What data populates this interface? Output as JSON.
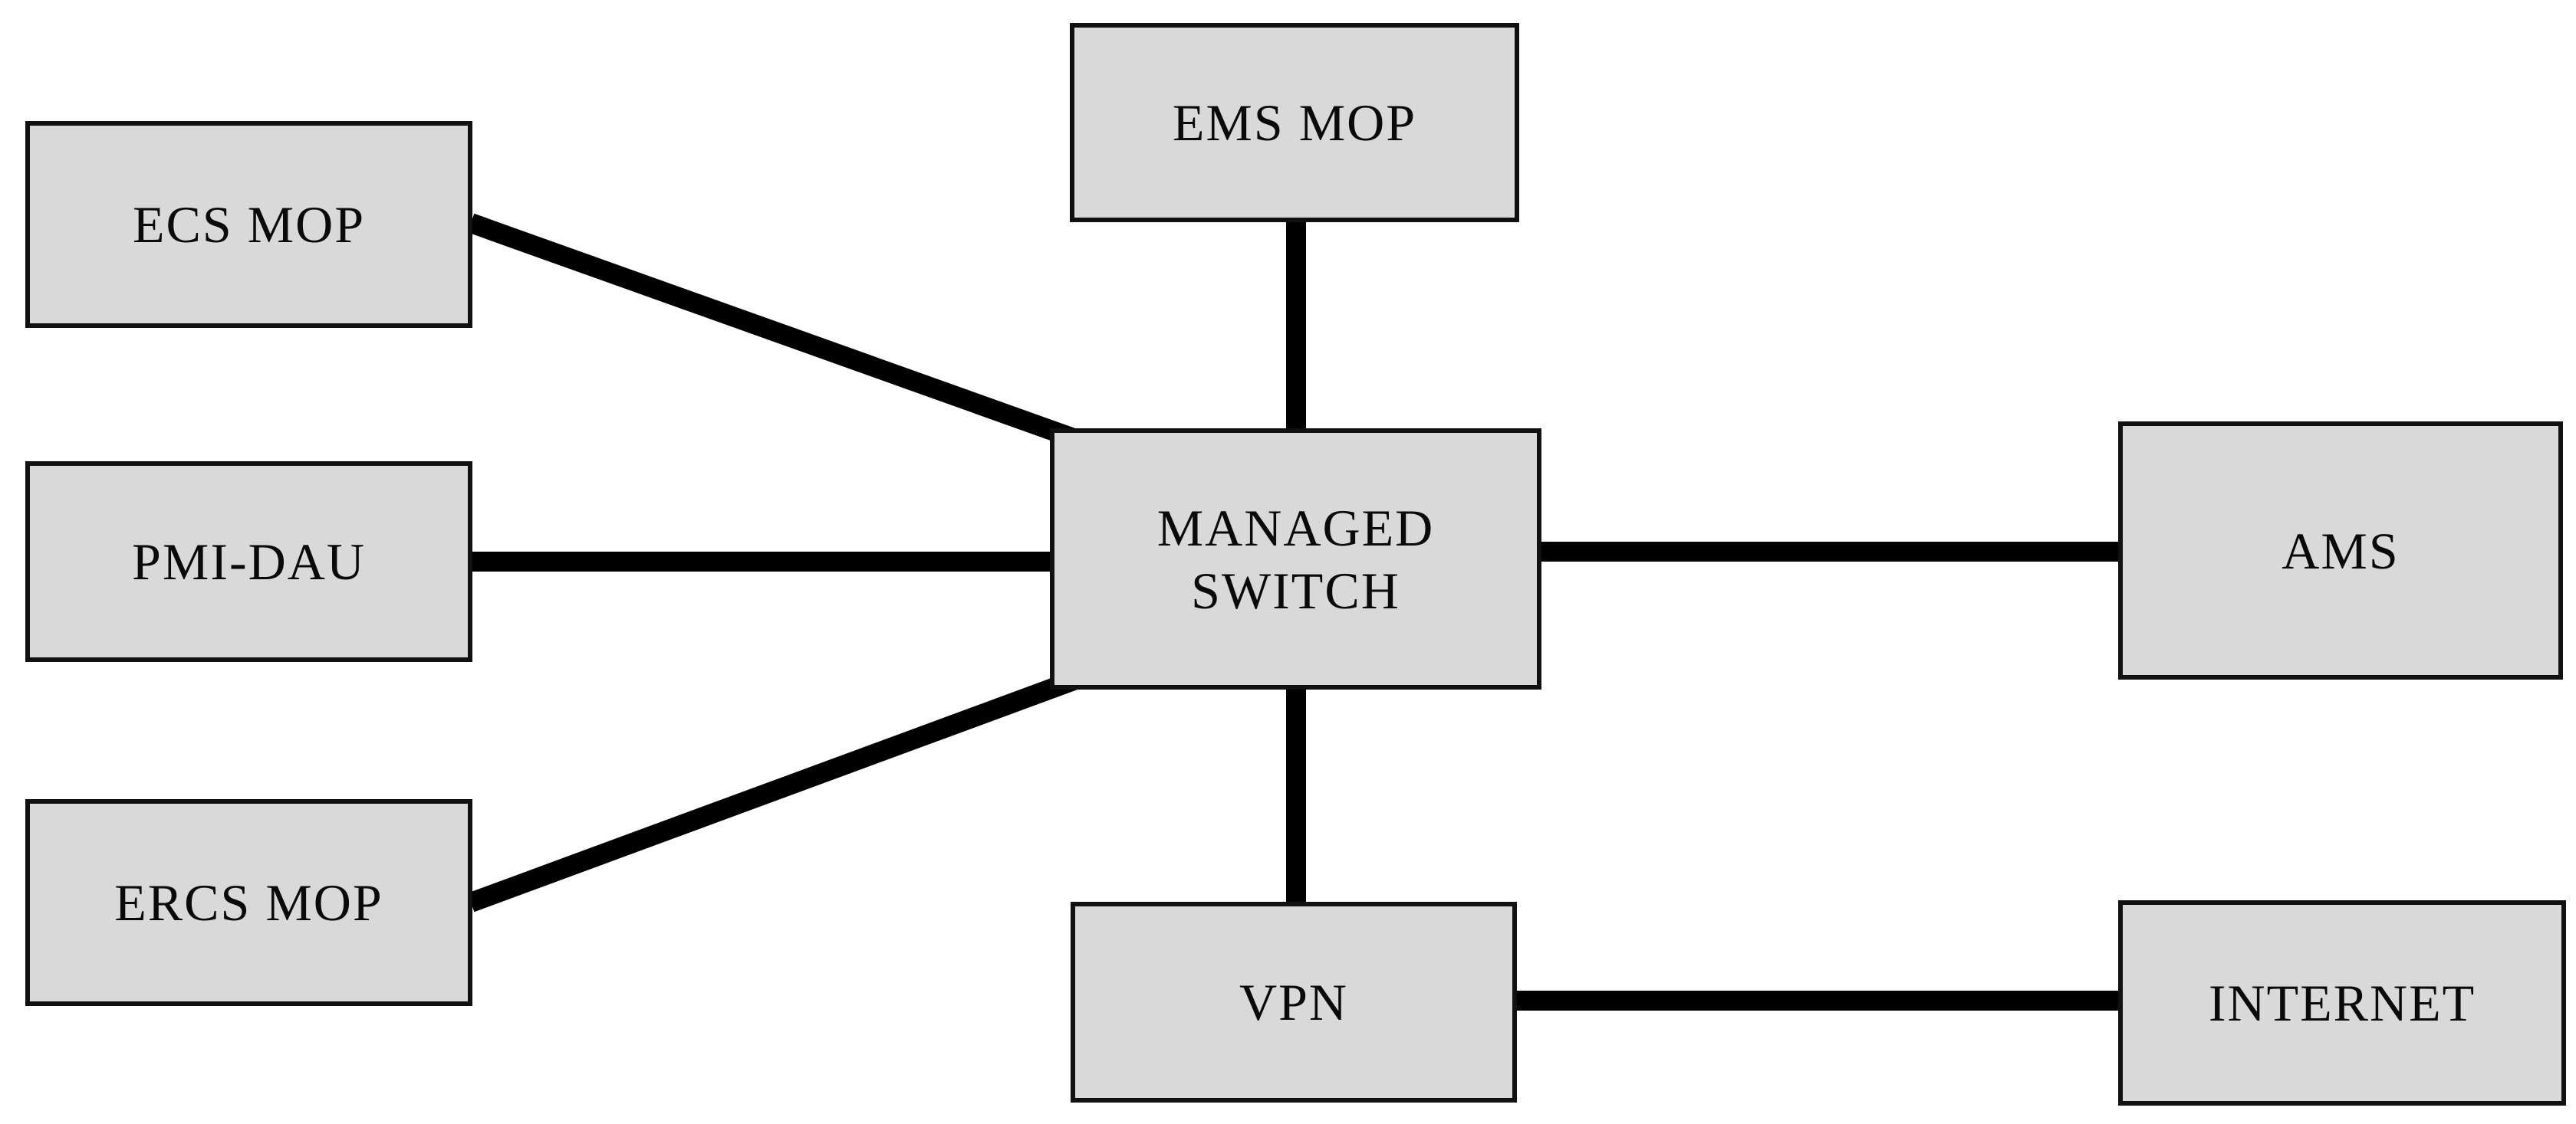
{
  "diagram": {
    "type": "network-topology",
    "background_color": "#ffffff",
    "node_fill_color": "#d9d9d9",
    "node_border_color": "#111111",
    "edge_color": "#000000",
    "nodes": [
      {
        "id": "ecs-mop",
        "label": "ECS MOP"
      },
      {
        "id": "pmi-dau",
        "label": "PMI-DAU"
      },
      {
        "id": "ercs-mop",
        "label": "ERCS MOP"
      },
      {
        "id": "ems-mop",
        "label": "EMS MOP"
      },
      {
        "id": "managed-switch",
        "label": "MANAGED\nSWITCH"
      },
      {
        "id": "vpn",
        "label": "VPN"
      },
      {
        "id": "ams",
        "label": "AMS"
      },
      {
        "id": "internet",
        "label": "INTERNET"
      }
    ],
    "edges": [
      {
        "from": "ECS MOP",
        "to": "MANAGED SWITCH",
        "style": "diagonal"
      },
      {
        "from": "PMI-DAU",
        "to": "MANAGED SWITCH",
        "style": "horizontal"
      },
      {
        "from": "ERCS MOP",
        "to": "MANAGED SWITCH",
        "style": "diagonal"
      },
      {
        "from": "EMS MOP",
        "to": "MANAGED SWITCH",
        "style": "vertical"
      },
      {
        "from": "MANAGED SWITCH",
        "to": "AMS",
        "style": "horizontal"
      },
      {
        "from": "MANAGED SWITCH",
        "to": "VPN",
        "style": "vertical"
      },
      {
        "from": "VPN",
        "to": "INTERNET",
        "style": "horizontal"
      }
    ]
  }
}
